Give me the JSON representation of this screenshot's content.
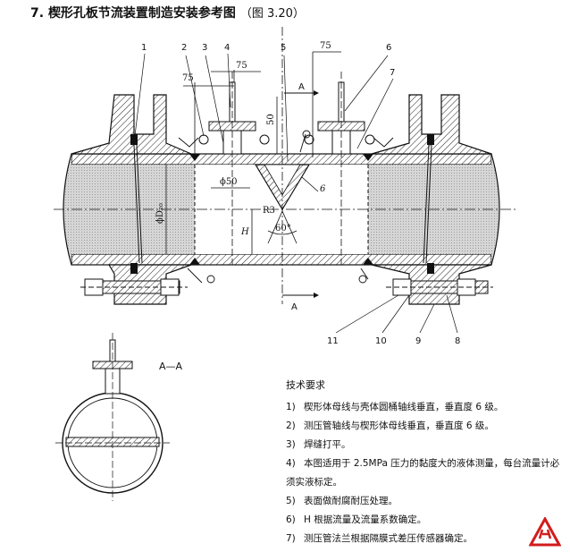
{
  "title": {
    "number": "7.",
    "text": "楔形孔板节流装置制造安装参考图",
    "figure_ref": "（图 3.20）"
  },
  "part_labels": [
    "1",
    "2",
    "3",
    "4",
    "5",
    "6",
    "7",
    "8",
    "9",
    "10",
    "11"
  ],
  "dimensions": {
    "d75_a": "75",
    "d75_b": "75",
    "d75_c": "75",
    "d50": "50",
    "phi50": "ϕ50",
    "phiD20": "ϕD₂₀",
    "H": "H",
    "R3": "R3",
    "angle60": "60°",
    "d6": "6"
  },
  "section_marks": {
    "top": "A",
    "bottom": "A",
    "view_label": "A—A"
  },
  "notes": {
    "heading": "技术要求",
    "items": [
      {
        "num": "1)",
        "text": "楔形体母线与壳体圆桶轴线垂直，垂直度 6 级。"
      },
      {
        "num": "2)",
        "text": "测压管轴线与楔形体母线垂直，垂直度 6 级。"
      },
      {
        "num": "3)",
        "text": "焊缝打平。"
      },
      {
        "num": "4)",
        "text": "本图适用于 2.5MPa 压力的黏度大的液体测量，每台流量计必须实液标定。"
      },
      {
        "num": "5)",
        "text": "表面做耐腐耐压处理。"
      },
      {
        "num": "6)",
        "text": "H 根据流量及流量系数确定。"
      },
      {
        "num": "7)",
        "text": "测压管法兰根据隔膜式差压传感器确定。"
      }
    ]
  }
}
